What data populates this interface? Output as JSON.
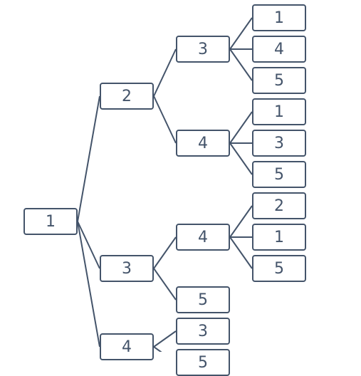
{
  "tree": {
    "label": "1",
    "children": [
      {
        "label": "2",
        "children": [
          {
            "label": "3",
            "children": [
              {
                "label": "1"
              },
              {
                "label": "4"
              },
              {
                "label": "5"
              }
            ]
          },
          {
            "label": "4",
            "children": [
              {
                "label": "1"
              },
              {
                "label": "3"
              },
              {
                "label": "5"
              }
            ]
          }
        ]
      },
      {
        "label": "3",
        "children": [
          {
            "label": "4",
            "children": [
              {
                "label": "2"
              },
              {
                "label": "1"
              },
              {
                "label": "5"
              }
            ]
          },
          {
            "label": "5"
          }
        ]
      },
      {
        "label": "4",
        "children": [
          {
            "label": "3"
          },
          {
            "label": "5"
          }
        ]
      }
    ]
  },
  "colors": {
    "stroke": "#44546a",
    "text": "#44546a",
    "background": "#ffffff"
  }
}
